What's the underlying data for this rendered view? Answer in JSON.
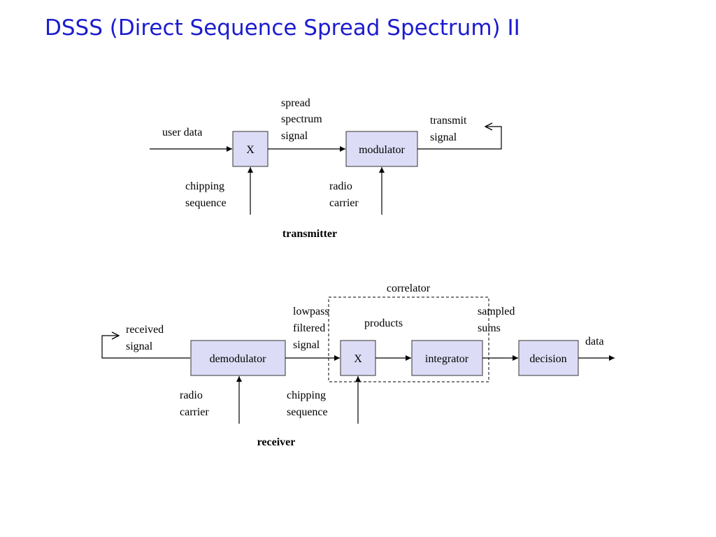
{
  "title": "DSSS (Direct Sequence Spread Spectrum) II",
  "transmitter": {
    "caption": "transmitter",
    "multiplier_label": "X",
    "modulator_label": "modulator",
    "user_data": "user data",
    "spread_signal": [
      "spread",
      "spectrum",
      "signal"
    ],
    "transmit_signal": [
      "transmit",
      "signal"
    ],
    "chipping_sequence": [
      "chipping",
      "sequence"
    ],
    "radio_carrier": [
      "radio",
      "carrier"
    ]
  },
  "receiver": {
    "caption": "receiver",
    "demodulator_label": "demodulator",
    "multiplier_label": "X",
    "integrator_label": "integrator",
    "decision_label": "decision",
    "correlator_label": "correlator",
    "received_signal": [
      "received",
      "signal"
    ],
    "lowpass_signal": [
      "lowpass",
      "filtered",
      "signal"
    ],
    "products": "products",
    "sampled_sums": [
      "sampled",
      "sums"
    ],
    "data": "data",
    "radio_carrier": [
      "radio",
      "carrier"
    ],
    "chipping_sequence": [
      "chipping",
      "sequence"
    ]
  }
}
